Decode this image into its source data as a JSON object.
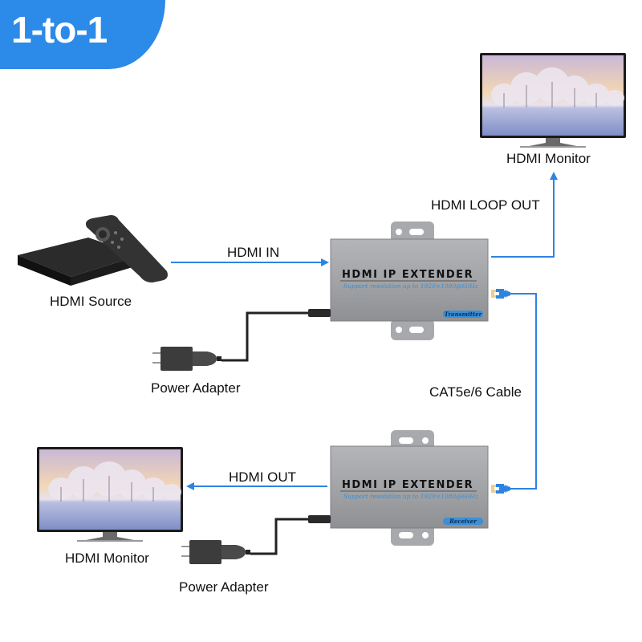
{
  "banner": {
    "title": "1-to-1",
    "color": "#2c8ae8"
  },
  "colors": {
    "arrow": "#2d84e0",
    "device_body": "#9fa1a4",
    "cable": "#222222"
  },
  "devices": {
    "source": {
      "label": "HDMI Source",
      "icon": "streaming-box-with-remote-icon"
    },
    "monitor_top": {
      "label": "HDMI Monitor",
      "icon": "tv-monitor-icon"
    },
    "monitor_bottom": {
      "label": "HDMI Monitor",
      "icon": "tv-monitor-icon"
    },
    "transmitter": {
      "title": "HDMI IP EXTENDER",
      "subtitle": "Support resolution up to 1920×1080@60Hz",
      "tag": "Transmitter"
    },
    "receiver": {
      "title": "HDMI IP EXTENDER",
      "subtitle": "Support resolution up to 1920×1080@60Hz",
      "tag": "Receiver"
    },
    "power_top": {
      "label": "Power Adapter",
      "icon": "power-adapter-icon"
    },
    "power_bottom": {
      "label": "Power Adapter",
      "icon": "power-adapter-icon"
    }
  },
  "connections": {
    "hdmi_in": "HDMI IN",
    "hdmi_loop_out": "HDMI LOOP OUT",
    "cat_cable": "CAT5e/6 Cable",
    "hdmi_out": "HDMI OUT"
  }
}
